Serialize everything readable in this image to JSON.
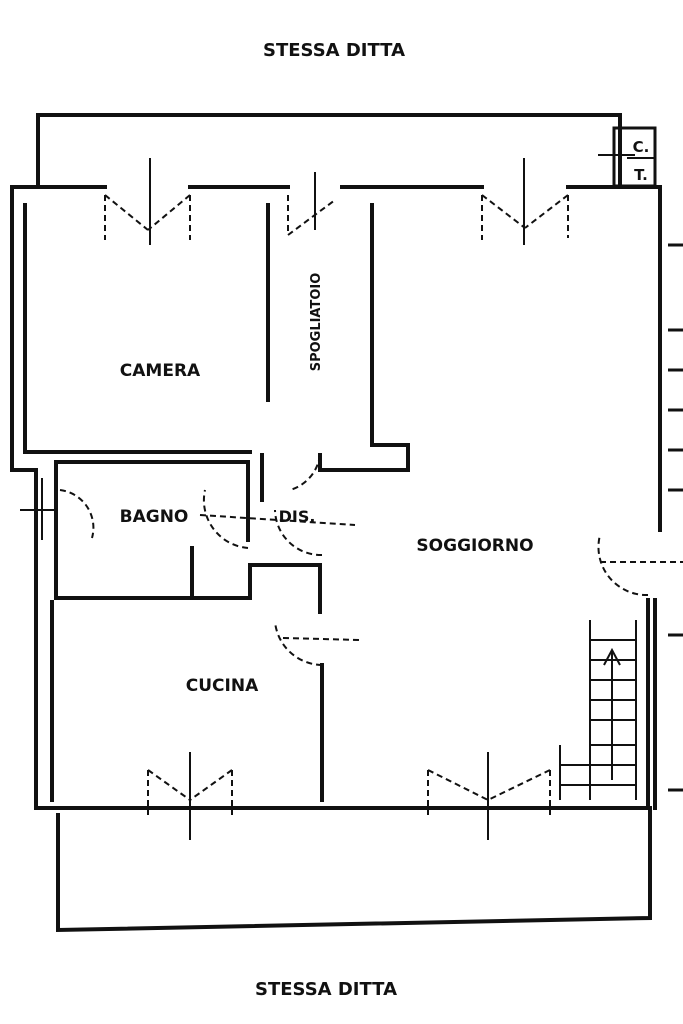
{
  "labels": {
    "top_neighbor": "STESSA DITTA",
    "bottom_neighbor": "STESSA DITTA",
    "camera": "CAMERA",
    "spogliatoio": "SPOGLIATOIO",
    "bagno": "BAGNO",
    "disimpegno": "DIS.",
    "soggiorno": "SOGGIORNO",
    "cucina": "CUCINA",
    "ct_line1": "C.",
    "ct_line2": "T."
  },
  "colors": {
    "ink": "#111111",
    "paper": "#ffffff"
  }
}
